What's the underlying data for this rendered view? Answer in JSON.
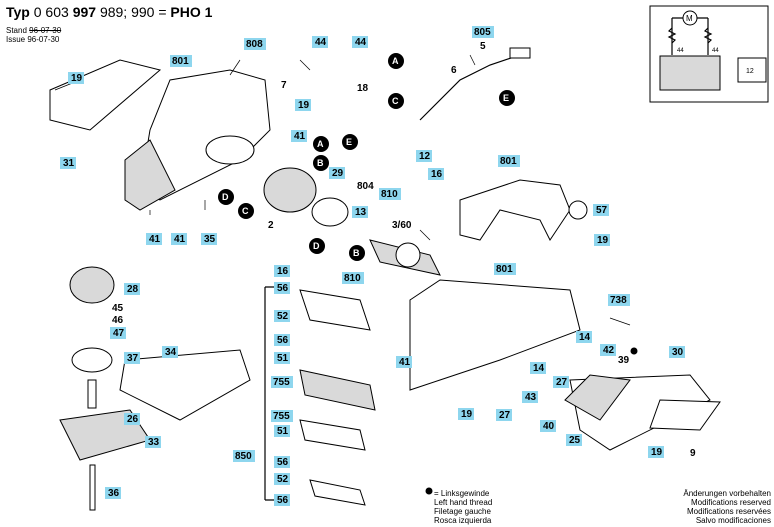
{
  "header": {
    "prefix": "Typ",
    "code_a": "0 603",
    "code_b": "997",
    "code_c": "989; 990 =",
    "model": "PHO 1"
  },
  "stand": {
    "label": "Stand",
    "value": "96-07-30"
  },
  "issue": {
    "label": "Issue",
    "value": "96-07-30"
  },
  "notes_left": [
    "= Linksgewinde",
    "Left hand thread",
    "Filetage gauche",
    "Rosca izquierda"
  ],
  "notes_right": [
    "Änderungen vorbehalten",
    "Modifications reserved",
    "Modifications reservées",
    "Salvo modificaciones"
  ],
  "circles": [
    "A",
    "B",
    "C",
    "D",
    "E"
  ],
  "parts": [
    "19",
    "31",
    "801",
    "808",
    "44",
    "805",
    "5",
    "6",
    "7",
    "41",
    "18",
    "12",
    "29",
    "804",
    "810",
    "16",
    "2",
    "3/60",
    "13",
    "35",
    "57",
    "801",
    "19",
    "28",
    "45",
    "46",
    "47",
    "37",
    "34",
    "26",
    "33",
    "36",
    "16",
    "810",
    "56",
    "52",
    "56",
    "51",
    "755",
    "755",
    "51",
    "850",
    "56",
    "52",
    "56",
    "738",
    "14",
    "42",
    "39",
    "30",
    "14",
    "27",
    "43",
    "40",
    "25",
    "9",
    "19",
    "27",
    "19",
    "41",
    "801",
    "12",
    "44",
    "44"
  ],
  "schematic": {
    "motor": "M",
    "left": "44",
    "right": "44",
    "box": "12"
  }
}
